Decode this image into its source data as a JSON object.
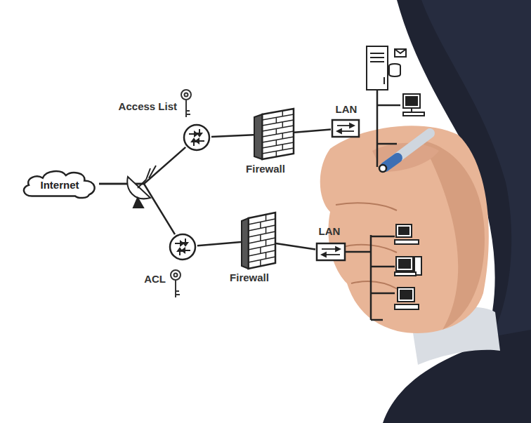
{
  "diagram": {
    "nodes": [
      {
        "text": [
          "Internet"
        ]
      },
      {
        "text": [
          "Access List"
        ]
      },
      {
        "text": [
          "Firewall"
        ]
      },
      {
        "text": [
          "LAN"
        ]
      },
      {
        "text": [
          "ACL"
        ]
      },
      {
        "text": [
          "Firewall"
        ]
      },
      {
        "text": [
          "LAN"
        ]
      }
    ],
    "edges": [
      {
        "from": 0,
        "to": 1,
        "arrow": "none"
      },
      {
        "from": 1,
        "to": 2,
        "arrow": "none"
      },
      {
        "from": 2,
        "to": 3,
        "arrow": "none"
      },
      {
        "from": 0,
        "to": 4,
        "arrow": "none"
      },
      {
        "from": 4,
        "to": 5,
        "arrow": "none"
      },
      {
        "from": 5,
        "to": 6,
        "arrow": "none"
      }
    ]
  }
}
